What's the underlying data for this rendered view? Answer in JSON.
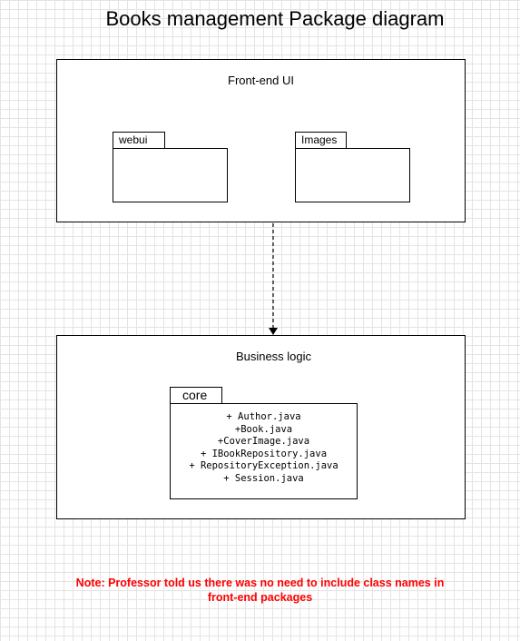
{
  "diagram": {
    "title": "Books management Package diagram",
    "frontend": {
      "label": "Front-end UI",
      "packages": [
        {
          "name": "webui"
        },
        {
          "name": "Images"
        }
      ]
    },
    "business": {
      "label": "Business logic",
      "core": {
        "name": "core",
        "members": [
          "+ Author.java",
          "+Book.java",
          "+CoverImage.java",
          "+ IBookRepository.java",
          "+ RepositoryException.java",
          "+ Session.java"
        ]
      }
    },
    "dependency": {
      "style": "dashed",
      "from": "Front-end UI",
      "to": "Business logic"
    },
    "note": {
      "line1": "Note: Professor told us there was no need to include class names in",
      "line2": "front-end packages",
      "color": "#ff0000"
    }
  }
}
